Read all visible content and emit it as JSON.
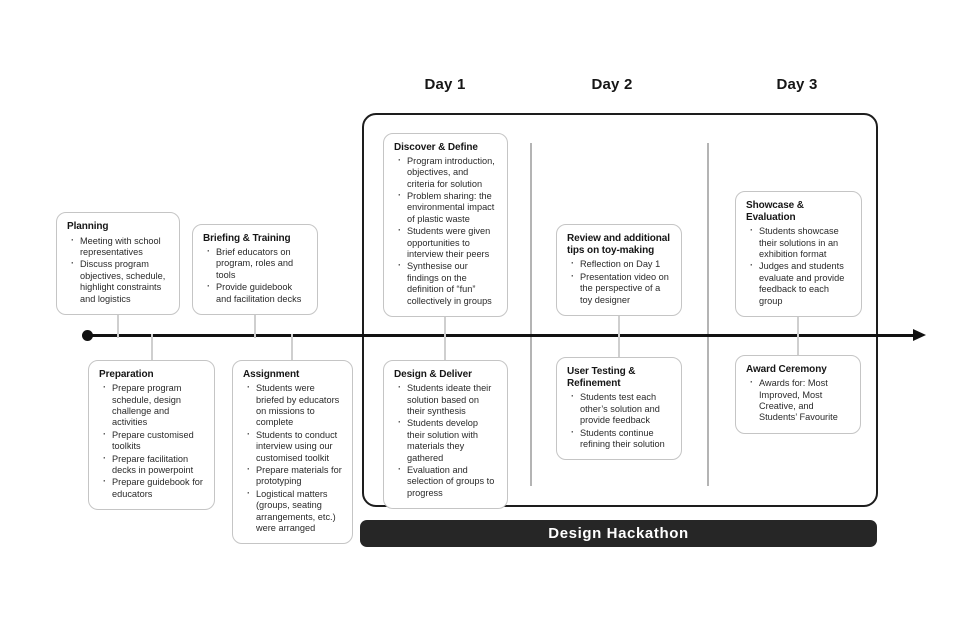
{
  "day_headers": {
    "day1": "Day 1",
    "day2": "Day 2",
    "day3": "Day 3"
  },
  "banner": {
    "label": "Design Hackathon"
  },
  "colors": {
    "banner_bg": "#262626",
    "banner_text": "#ffffff",
    "frame_border": "#1d1d1d",
    "card_border": "#c5c5c5",
    "timeline": "#111111",
    "connector": "#cfcfcf",
    "day_divider": "#b4b4b4"
  },
  "cards": {
    "planning": {
      "title": "Planning",
      "bullets": [
        "Meeting with school representatives",
        "Discuss program objectives, schedule, highlight constraints and logistics"
      ]
    },
    "briefing": {
      "title": "Briefing & Training",
      "bullets": [
        "Brief educators on program, roles and tools",
        "Provide guidebook and facilitation decks"
      ]
    },
    "discover": {
      "title": "Discover & Define",
      "bullets": [
        "Program introduction, objectives, and criteria for solution",
        "Problem sharing: the environmental impact of plastic waste",
        "Students were given opportunities to interview their peers",
        "Synthesise our findings on the definition of “fun” collectively in groups"
      ]
    },
    "review": {
      "title": "Review and additional tips on toy-making",
      "bullets": [
        "Reflection on Day 1",
        "Presentation video on the perspective of a toy designer"
      ]
    },
    "showcase": {
      "title": "Showcase & Evaluation",
      "bullets": [
        "Students showcase their solutions in an exhibition format",
        "Judges and students evaluate and provide feedback to each group"
      ]
    },
    "preparation": {
      "title": "Preparation",
      "bullets": [
        "Prepare program schedule, design challenge and activities",
        "Prepare customised toolkits",
        "Prepare facilitation decks in powerpoint",
        "Prepare guidebook for educators"
      ]
    },
    "assignment": {
      "title": "Assignment",
      "bullets": [
        "Students were briefed by educators on missions to complete",
        "Students to conduct interview using our customised toolkit",
        "Prepare materials for prototyping",
        "Logistical matters (groups, seating arrangements, etc.) were arranged"
      ]
    },
    "design": {
      "title": "Design & Deliver",
      "bullets": [
        "Students ideate their solution based on their synthesis",
        "Students develop their solution with materials they gathered",
        "Evaluation and selection of groups to progress"
      ]
    },
    "user_testing": {
      "title": "User Testing & Refinement",
      "bullets": [
        "Students test each other’s solution and provide feedback",
        "Students continue refining their solution"
      ]
    },
    "award": {
      "title": "Award Ceremony",
      "bullets": [
        "Awards for: Most Improved, Most Creative, and Students’ Favourite"
      ]
    }
  }
}
